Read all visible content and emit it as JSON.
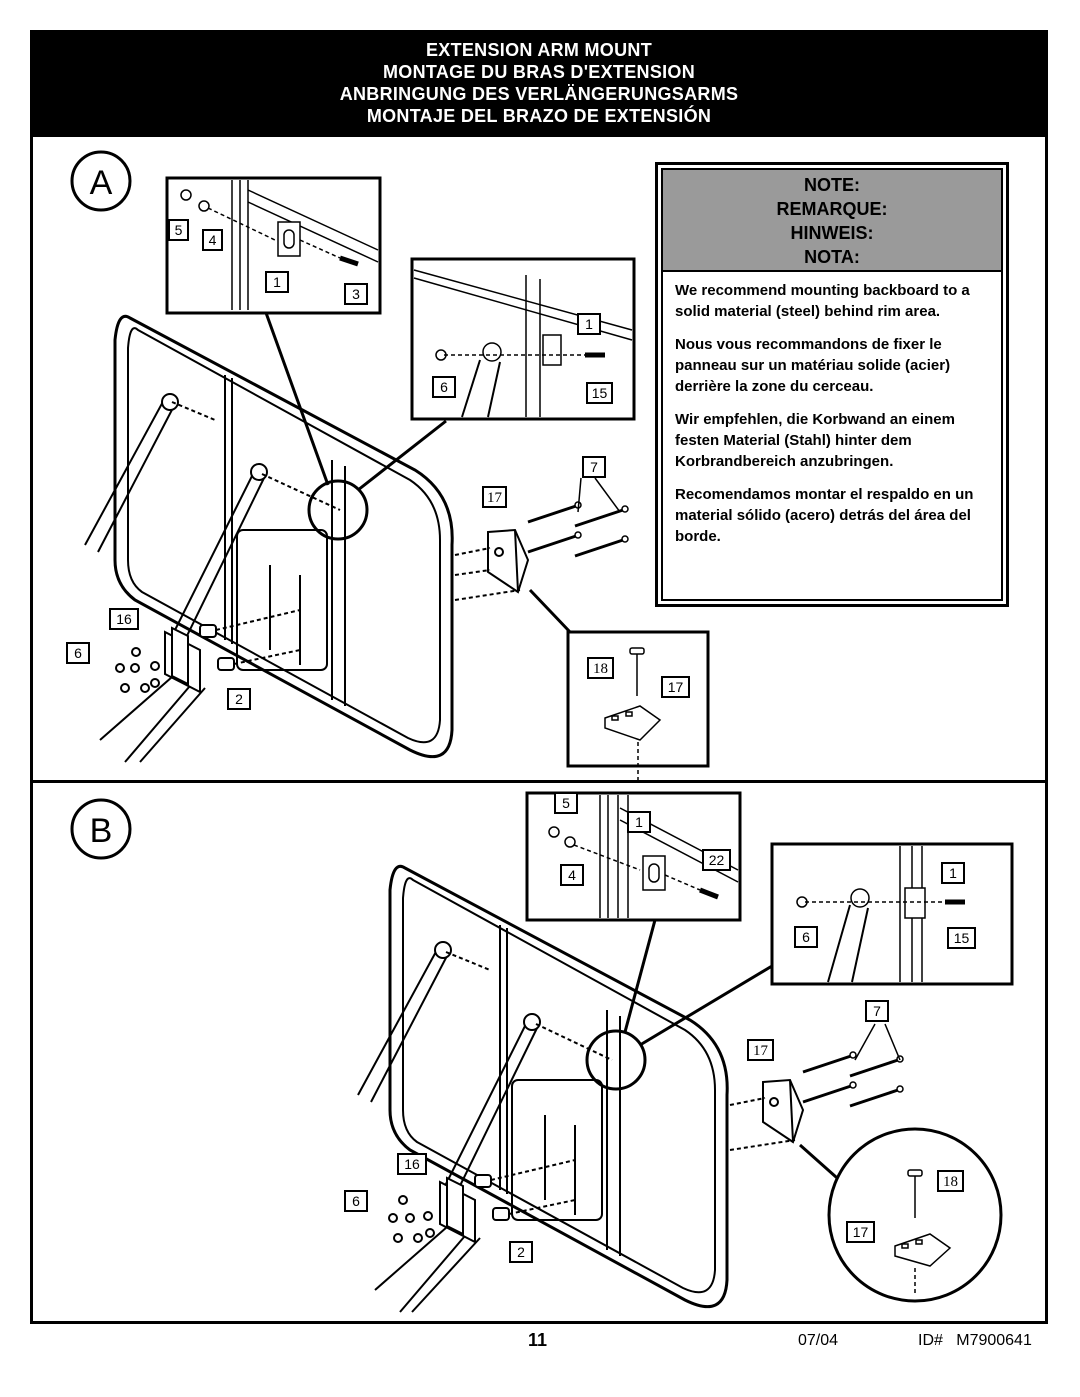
{
  "header": {
    "titles": [
      "EXTENSION ARM MOUNT",
      "MONTAGE DU BRAS D'EXTENSION",
      "ANBRINGUNG DES VERLÄNGERUNGSARMS",
      "MONTAJE DEL BRAZO DE EXTENSIÓN"
    ]
  },
  "sections": {
    "a": "A",
    "b": "B"
  },
  "note": {
    "headings": [
      "NOTE:",
      "REMARQUE:",
      "HINWEIS:",
      "NOTA:"
    ],
    "paragraphs": [
      "We recommend mounting backboard to a solid material (steel) behind rim area.",
      "Nous vous recommandons de fixer le panneau sur un matériau solide (acier) derrière la zone du cerceau.",
      "Wir empfehlen, die Korbwand an einem festen Material (Stahl) hinter dem Korbrandbereich anzubringen.",
      "Recomendamos montar el respaldo en un material sólido (acero) detrás del área del borde."
    ]
  },
  "callouts": {
    "a_detail1": [
      "5",
      "4",
      "1",
      "3"
    ],
    "a_detail2": [
      "1",
      "6",
      "15"
    ],
    "a_main": [
      "7",
      "17",
      "16",
      "6",
      "2"
    ],
    "a_detail3": [
      "18",
      "17"
    ],
    "b_detail1": [
      "5",
      "1",
      "22",
      "4"
    ],
    "b_detail2": [
      "1",
      "6",
      "15"
    ],
    "b_main": [
      "7",
      "17",
      "16",
      "6",
      "2"
    ],
    "b_detail3": [
      "18",
      "17"
    ]
  },
  "footer": {
    "page": "11",
    "date": "07/04",
    "id": "ID#   M7900641"
  }
}
